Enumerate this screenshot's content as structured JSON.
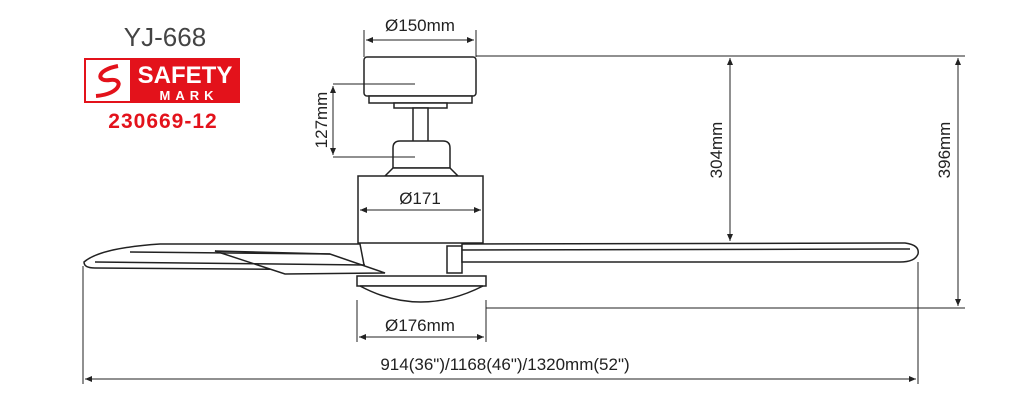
{
  "model": "YJ-668",
  "certification": {
    "line1": "SAFETY",
    "line2": "MARK",
    "number": "230669-12",
    "color": "#e3121b"
  },
  "dimensions": {
    "canopy_diameter": "Ø150mm",
    "downrod_length": "127mm",
    "canopy_to_blade_height": "304mm",
    "overall_height": "396mm",
    "motor_diameter": "Ø171",
    "light_diameter": "Ø176mm",
    "blade_span": "914(36\")/1168(46\")/1320mm(52\")"
  }
}
